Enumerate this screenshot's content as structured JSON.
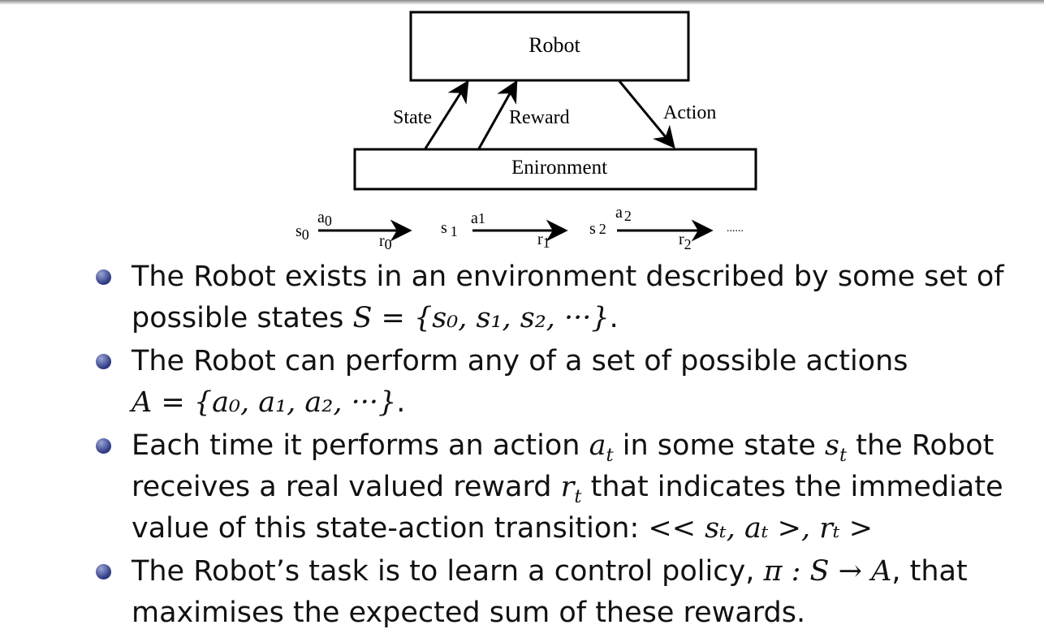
{
  "diagram": {
    "robot_label": "Robot",
    "env_label": "Enironment",
    "state_label": "State",
    "reward_label": "Reward",
    "action_label": "Action",
    "seq": {
      "s0": "s",
      "s0_sub": "0",
      "a0": "a",
      "a0_sub": "0",
      "r0": "r",
      "r0_sub": "0",
      "s1": "s",
      "s1_sub": "1",
      "a1": "a",
      "a1_sub": "1",
      "r1": "r",
      "r1_sub": "1",
      "s2": "s",
      "s2_sub": "2",
      "a2": "a",
      "a2_sub": "2",
      "r2": "r",
      "r2_sub": "2",
      "ellipsis": "......"
    }
  },
  "bullets": [
    {
      "line1": "The Robot exists in an environment described by some set of",
      "line2_prefix": "possible states ",
      "line2_math": "S = {s₀, s₁, s₂, ···}",
      "line2_suffix": "."
    },
    {
      "line1": "The Robot can perform any of a set of possible actions",
      "line2_math": "A = {a₀, a₁, a₂, ···}",
      "line2_suffix": "."
    },
    {
      "t1": "Each time it performs an action ",
      "t2": " in some state ",
      "t3": " the Robot",
      "line2_a": "receives a real valued reward ",
      "line2_b": " that indicates the immediate",
      "line3_a": "value of this state-action transition: ",
      "line3_math": "<< sₜ, aₜ >, rₜ >"
    },
    {
      "t1": "The Robot’s task is to learn a control policy, ",
      "math": "π : S → A",
      "t2": ", that",
      "line2": "maximises the expected sum of these rewards."
    }
  ]
}
